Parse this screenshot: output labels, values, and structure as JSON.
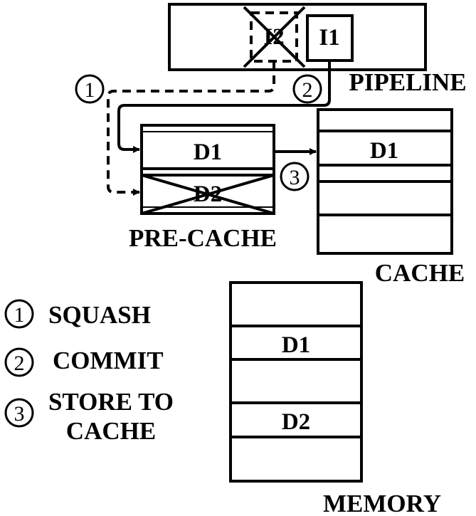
{
  "pipeline": {
    "label": "PIPELINE",
    "instr_squashed": "I2",
    "instr_committed": "I1"
  },
  "precache": {
    "label": "PRE-CACHE",
    "entry_kept": "D1",
    "entry_squashed": "D2"
  },
  "cache": {
    "label": "CACHE",
    "entry": "D1"
  },
  "memory": {
    "label": "MEMORY",
    "entry_1": "D1",
    "entry_2": "D2"
  },
  "steps": {
    "step1_num": "1",
    "step2_num": "2",
    "step3_num": "3"
  },
  "legend": {
    "item1_num": "1",
    "item1_label": "SQUASH",
    "item2_num": "2",
    "item2_label": "COMMIT",
    "item3_num": "3",
    "item3_label_line1": "STORE TO",
    "item3_label_line2": "CACHE"
  }
}
